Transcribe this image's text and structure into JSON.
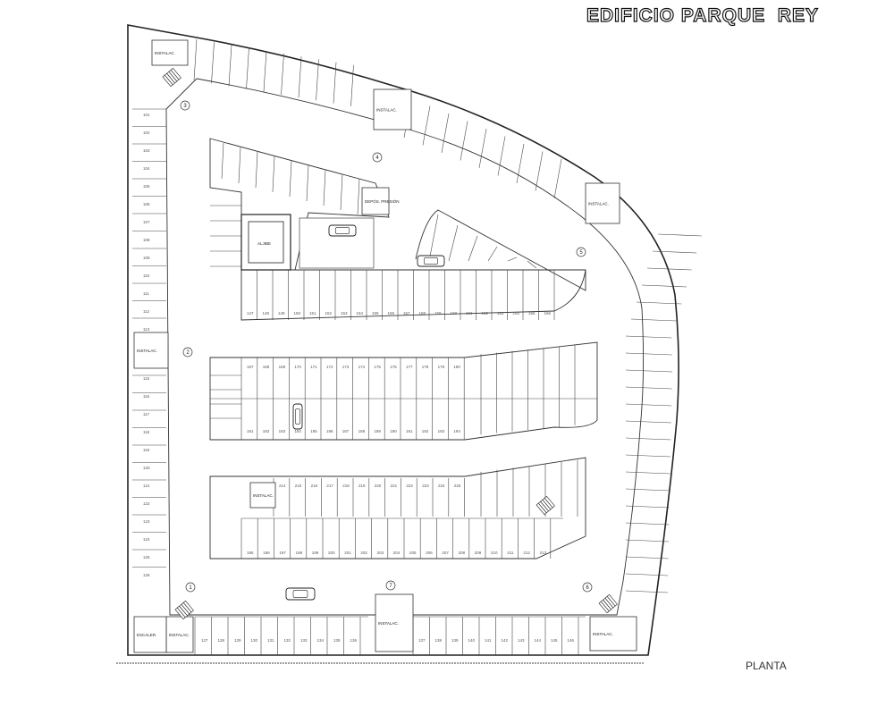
{
  "header": {
    "title": "EDIFICIO PARQUE  REY"
  },
  "footer": {
    "label": "PLANTA"
  },
  "rooms": {
    "instalac": "INSTALAC.",
    "aljibe": "ALJIBE",
    "deposito": "DEPÓS. PRESIÓN",
    "escalera": "ESCALER."
  },
  "cores": [
    "1",
    "2",
    "3",
    "4",
    "5",
    "6",
    "7"
  ]
}
